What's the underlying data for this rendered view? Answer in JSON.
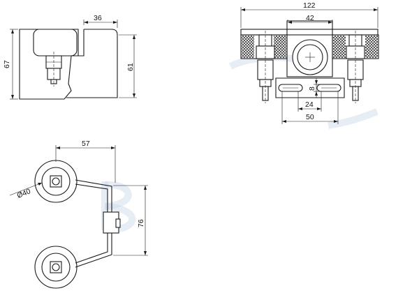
{
  "colors": {
    "line": "#1a1a1a",
    "watermark": "#c9d6e6",
    "background": "#ffffff"
  },
  "views": {
    "side": {
      "dimensions": {
        "width_top": "36",
        "height_outer": "67",
        "height_inner": "61"
      }
    },
    "front": {
      "dimensions": {
        "overall_width": "122",
        "wheel_width": "42",
        "slot_gap": "8",
        "slot_spacing": "24",
        "slot_outer": "50"
      }
    },
    "top": {
      "dimensions": {
        "axle_offset": "57",
        "wheel_diameter": "Ø40",
        "wheel_spacing": "76"
      }
    }
  }
}
